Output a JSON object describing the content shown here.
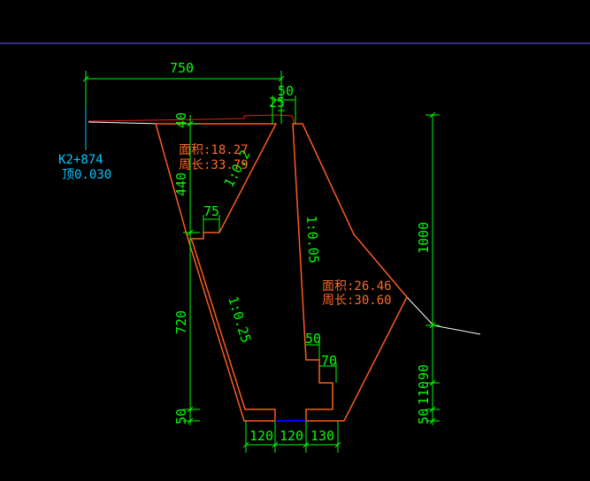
{
  "colors": {
    "background": "#000000",
    "dimension": "#00ff00",
    "outline": "#ff5a1e",
    "annotation": "#ff6a28",
    "station": "#00c8ff",
    "ground": "#ffffff",
    "frame": "#6464ff",
    "base": "#0000ff"
  },
  "dimensions": {
    "top_width": "750",
    "top_offset_a": "50",
    "top_offset_b": "25",
    "left_top": "40",
    "left_upper": "440",
    "left_lower": "720",
    "left_base": "50",
    "right_total": "1000",
    "right_step_a": "90",
    "right_step_b": "110",
    "right_base": "50",
    "step_75": "75",
    "step_50": "50",
    "step_70": "70",
    "bottom_a": "120",
    "bottom_b": "120",
    "bottom_c": "130"
  },
  "slopes": {
    "upper_left": "1:0.2",
    "lower_left": "1:0.25",
    "right_face": "1:0.05"
  },
  "sections": {
    "left": {
      "area_label": "面积:18.27",
      "perimeter_label": "周长:33.79"
    },
    "right": {
      "area_label": "面积:26.46",
      "perimeter_label": "周长:30.60"
    }
  },
  "station": {
    "chainage": "K2+874",
    "elevation": "顶0.030"
  }
}
